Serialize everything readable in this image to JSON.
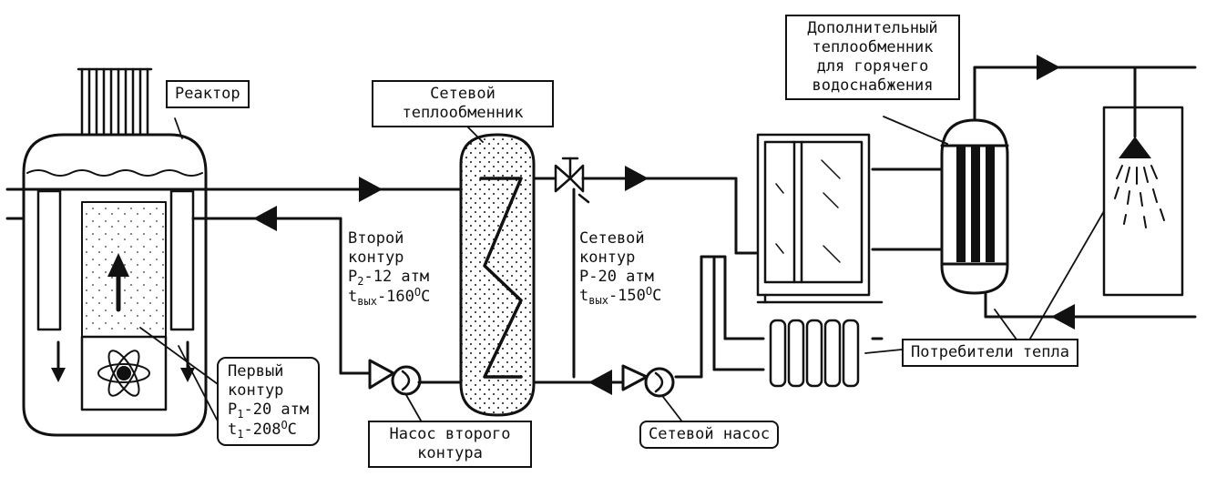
{
  "labels": {
    "reactor": "Реактор",
    "network_hx_line1": "Сетевой",
    "network_hx_line2": "теплообменник",
    "extra_hx_line1": "Дополнительный",
    "extra_hx_line2": "теплообменник",
    "extra_hx_line3": "для горячего",
    "extra_hx_line4": "водоснабжения",
    "second_loop_line1": "Второй",
    "second_loop_line2": "контур",
    "second_loop_p_pre": "P",
    "second_loop_p_sub": "2",
    "second_loop_p_val": "-12 атм",
    "second_loop_t_pre": "t",
    "second_loop_t_sub": "вых",
    "second_loop_t_val": "-160",
    "second_loop_t_sup": "O",
    "second_loop_t_unit": "C",
    "net_loop_line1": "Сетевой",
    "net_loop_line2": "контур",
    "net_loop_p": "P-20 атм",
    "net_loop_t_pre": "t",
    "net_loop_t_sub": "вых",
    "net_loop_t_val": "-150",
    "net_loop_t_sup": "O",
    "net_loop_t_unit": "C",
    "first_loop_line1": "Первый",
    "first_loop_line2": "контур",
    "first_loop_p_pre": "P",
    "first_loop_p_sub": "1",
    "first_loop_p_val": "-20 атм",
    "first_loop_t_pre": "t",
    "first_loop_t_sub": "1",
    "first_loop_t_val": "-208",
    "first_loop_t_sup": "O",
    "first_loop_t_unit": "C",
    "pump2_line1": "Насос второго",
    "pump2_line2": "контура",
    "net_pump": "Сетевой насос",
    "consumers": "Потребители тепла"
  },
  "colors": {
    "ink": "#111111",
    "paper": "#ffffff"
  }
}
